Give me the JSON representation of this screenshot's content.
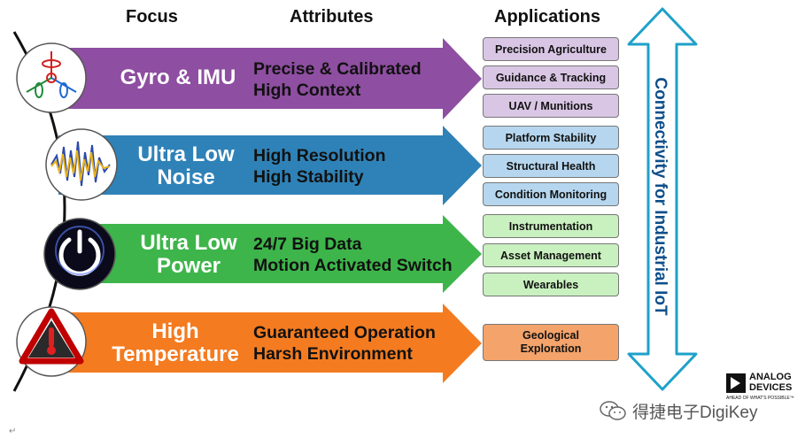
{
  "headers": {
    "focus": "Focus",
    "attributes": "Attributes",
    "applications": "Applications"
  },
  "rows": [
    {
      "focus_lines": [
        "Gyro & IMU"
      ],
      "attributes": [
        "Precise & Calibrated",
        "High Context"
      ],
      "color": "#8e4ea1",
      "icon": "gyro-axes-icon",
      "applications": [
        "Precision Agriculture",
        "Guidance & Tracking",
        "UAV / Munitions"
      ]
    },
    {
      "focus_lines": [
        "Ultra Low",
        "Noise"
      ],
      "attributes": [
        "High Resolution",
        "High Stability"
      ],
      "color": "#2f82b7",
      "icon": "noise-waveform-icon",
      "applications": [
        "Platform Stability",
        "Structural Health",
        "Condition Monitoring"
      ]
    },
    {
      "focus_lines": [
        "Ultra Low",
        "Power"
      ],
      "attributes": [
        "24/7 Big Data",
        "Motion Activated Switch"
      ],
      "color": "#3db54a",
      "icon": "power-button-icon",
      "applications": [
        "Instrumentation",
        "Asset Management",
        "Wearables"
      ]
    },
    {
      "focus_lines": [
        "High",
        "Temperature"
      ],
      "attributes": [
        "Guaranteed Operation",
        "Harsh Environment"
      ],
      "color": "#f47b20",
      "icon": "warning-thermometer-icon",
      "applications": [
        "Geological\nExploration"
      ]
    }
  ],
  "connectivity_label": "Connectivity for Industrial IoT",
  "logo": {
    "name_line1": "ANALOG",
    "name_line2": "DEVICES",
    "tagline": "AHEAD OF WHAT'S POSSIBLE™"
  },
  "watermark": "得捷电子DigiKey",
  "paragraph_mark": "↵"
}
